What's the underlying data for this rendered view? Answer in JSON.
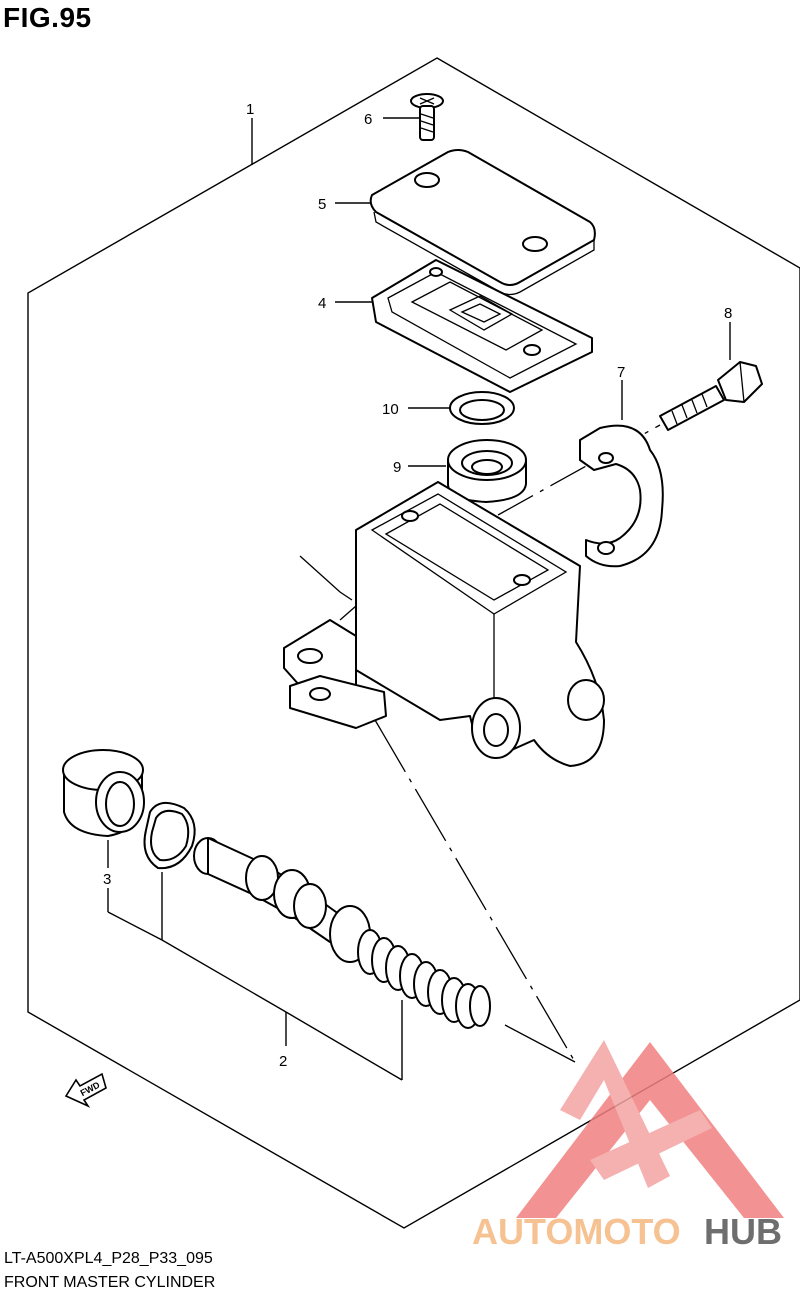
{
  "header": {
    "title": "FIG.95"
  },
  "footer": {
    "code": "LT-A500XPL4_P28_P33_095",
    "name": "FRONT MASTER CYLINDER"
  },
  "callouts": {
    "c1": "1",
    "c2": "2",
    "c3": "3",
    "c4": "4",
    "c5": "5",
    "c6": "6",
    "c7": "7",
    "c8": "8",
    "c9": "9",
    "c10": "10"
  },
  "direction_badge": "FWD",
  "watermark": {
    "part1": "AUTOMOTO",
    "part2": "HUB",
    "color_primary": "#f08080",
    "color_secondary": "#f5b880",
    "color_text_dark": "#555555"
  }
}
